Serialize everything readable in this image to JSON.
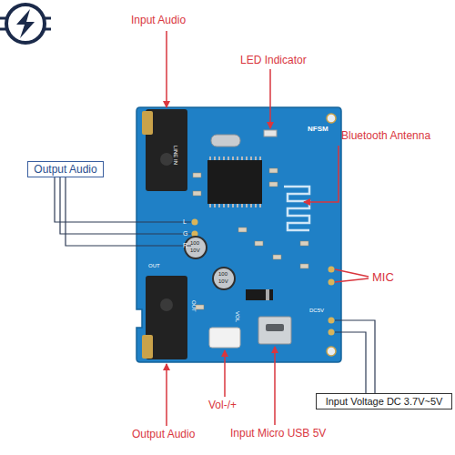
{
  "diagram": {
    "nodes": [
      {
        "text": [
          "Output Audio"
        ]
      },
      {
        "text": [
          "Input Voltage DC 3.7V~5V"
        ]
      }
    ],
    "labels": [
      "Input Audio",
      "LED Indicator",
      "Bluetooth Antenna",
      "MIC",
      "Output Audio",
      "Vol-/+",
      "Input Micro USB 5V",
      "LINE IN",
      "NFSM",
      "L",
      "G",
      "R",
      "OUT",
      "OUT",
      "VOL",
      "DC5V",
      "100",
      "10V",
      "100",
      "10V"
    ]
  }
}
